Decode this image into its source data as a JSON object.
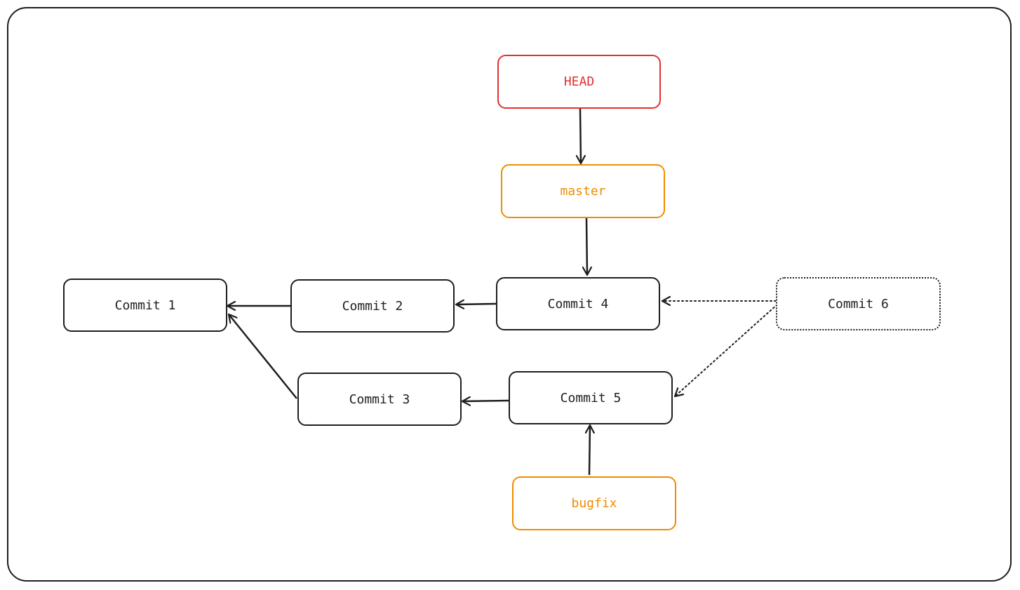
{
  "diagram": {
    "head": {
      "label": "HEAD"
    },
    "branches": {
      "master": {
        "label": "master"
      },
      "bugfix": {
        "label": "bugfix"
      }
    },
    "commits": {
      "c1": {
        "label": "Commit 1"
      },
      "c2": {
        "label": "Commit 2"
      },
      "c3": {
        "label": "Commit 3"
      },
      "c4": {
        "label": "Commit 4"
      },
      "c5": {
        "label": "Commit 5"
      },
      "c6": {
        "label": "Commit 6"
      }
    },
    "colors": {
      "stroke": "#1e1e1e",
      "head": "#e03131",
      "branch": "#f08c00"
    }
  }
}
